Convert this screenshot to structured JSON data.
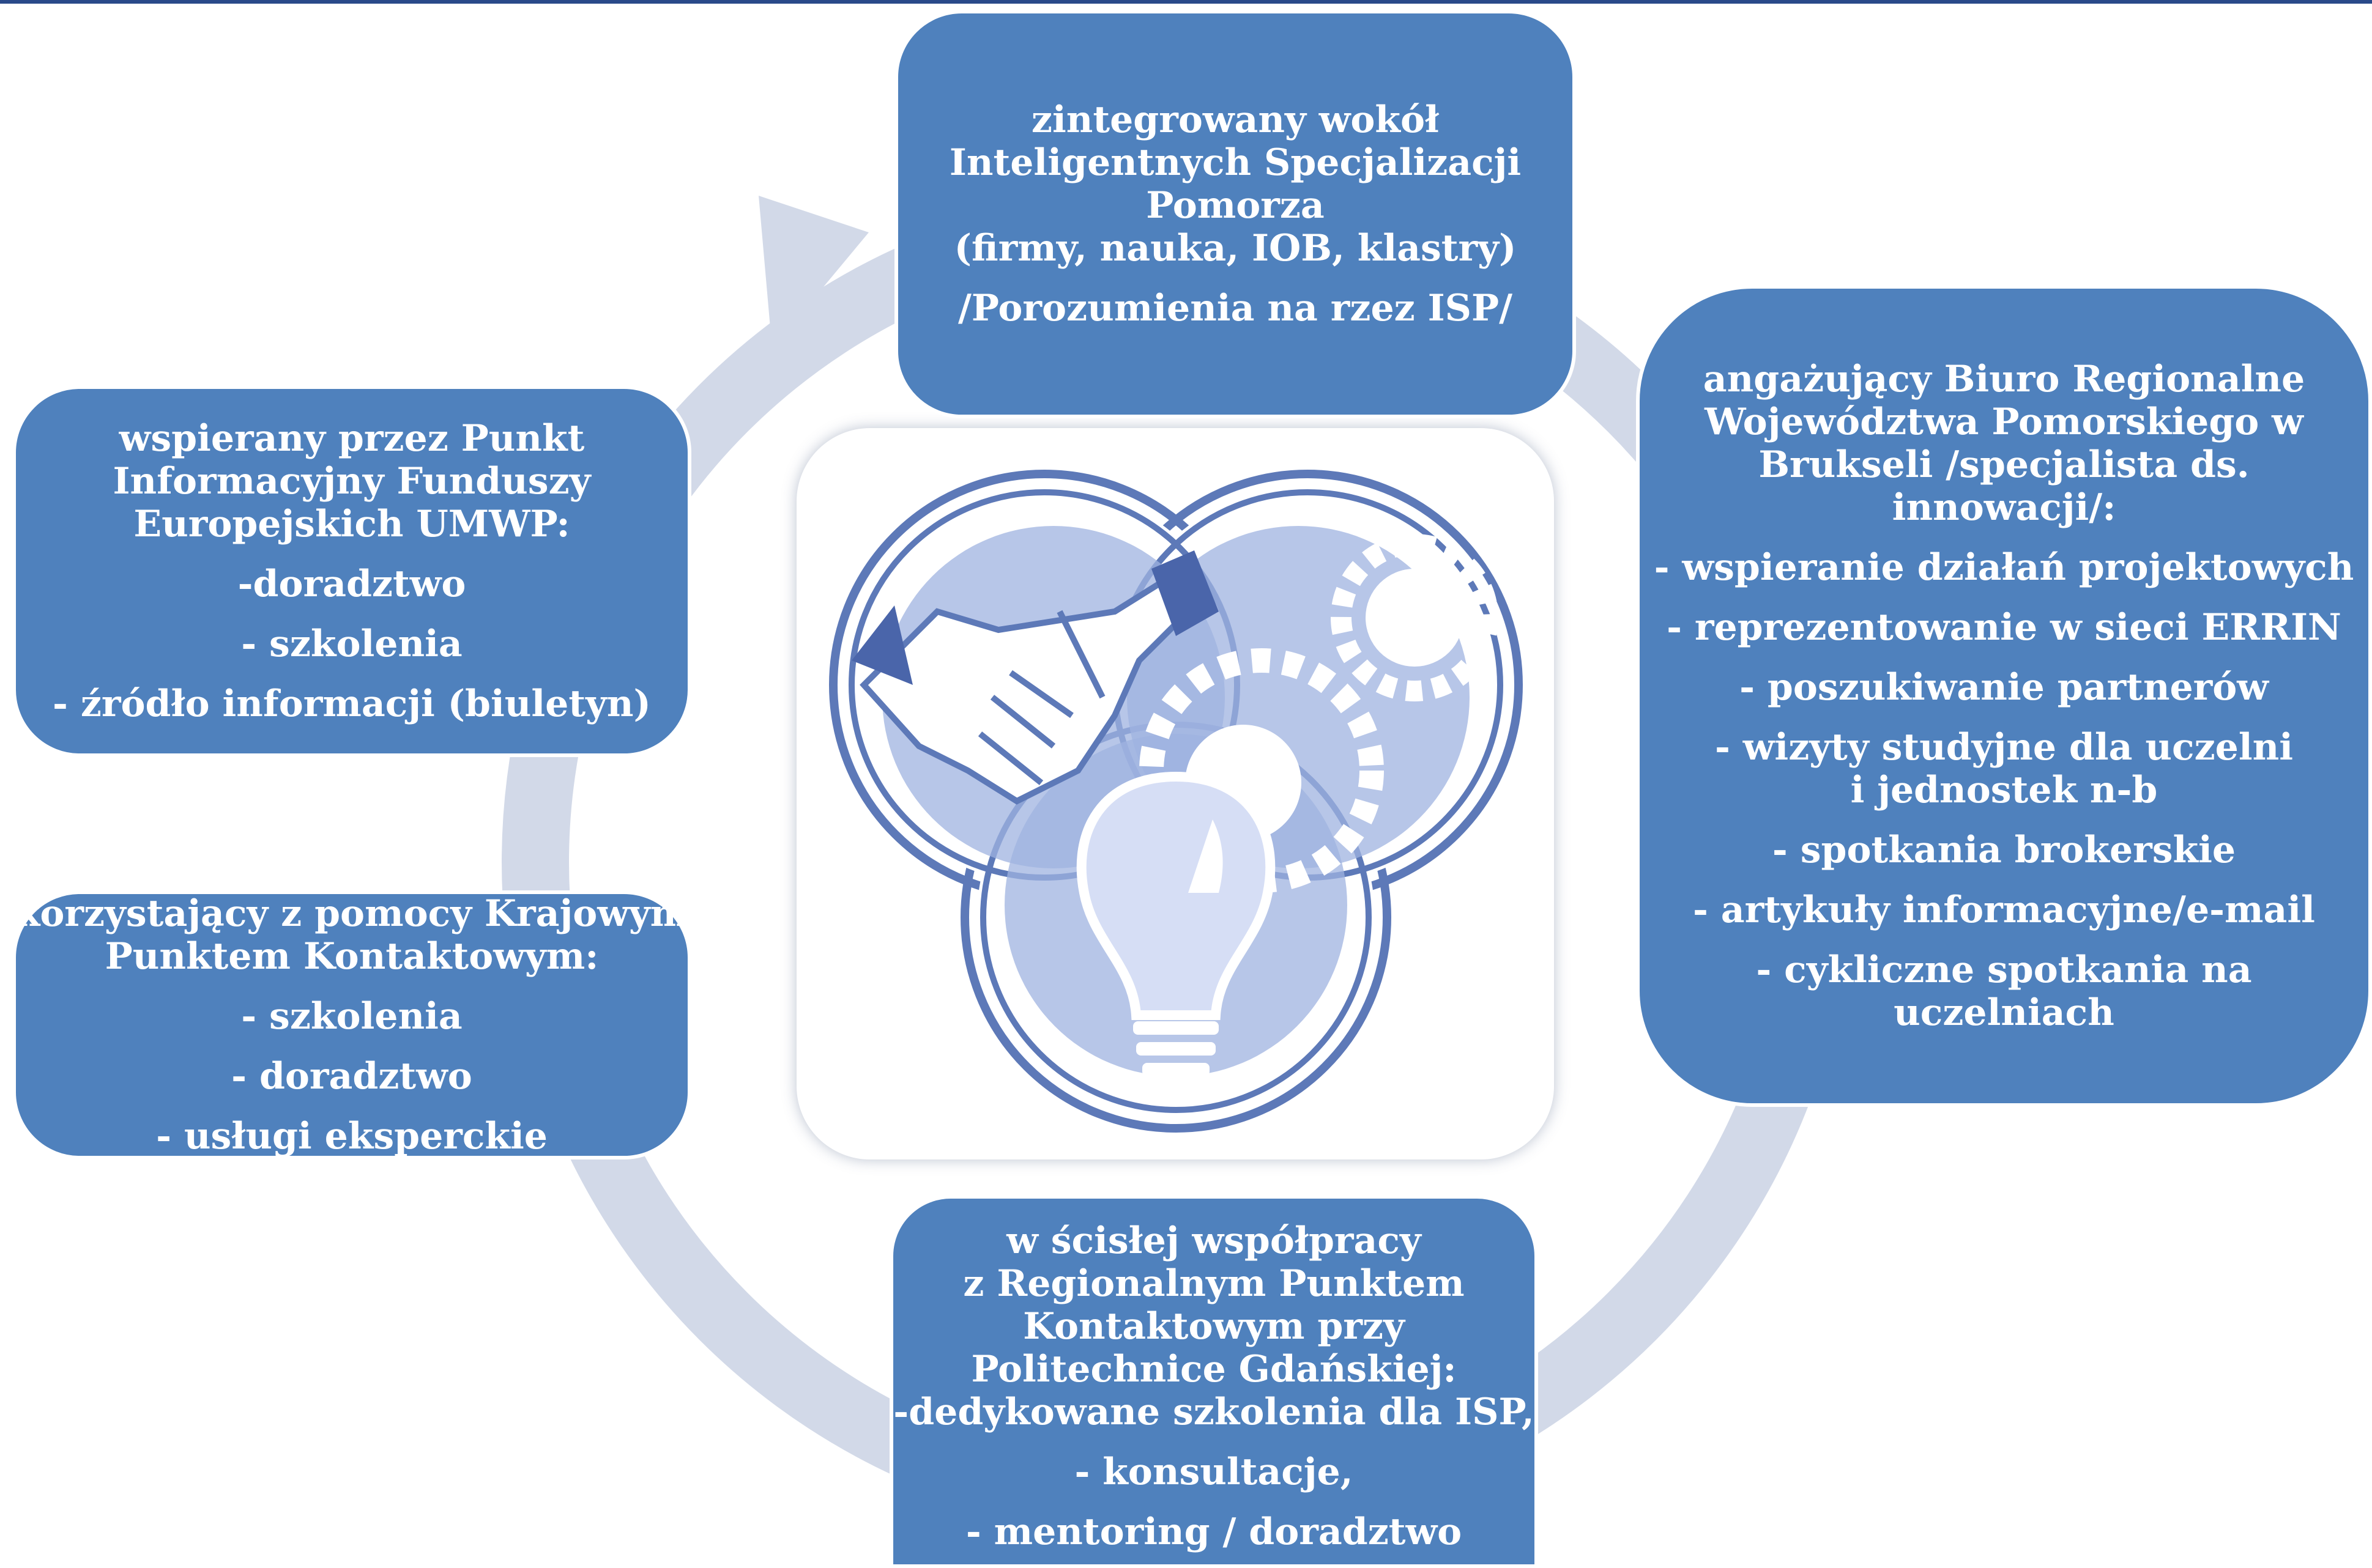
{
  "diagram": {
    "colors": {
      "box_fill": "#4f81bd",
      "cycle_arrow": "#d2d9e8",
      "box_text": "#ffffff",
      "logo_blue": "#9fb3e0"
    },
    "top_box": {
      "lines": [
        "zintegrowany wokół",
        "Inteligentnych Specjalizacji",
        "Pomorza",
        "(firmy, nauka, IOB, klastry)"
      ],
      "note": "/Porozumienia na rzez ISP/"
    },
    "right_box": {
      "heading": [
        "angażujący Biuro Regionalne",
        "Województwa Pomorskiego w",
        "Brukseli /specjalista ds.",
        "innowacji/:"
      ],
      "items": [
        "- wspieranie działań projektowych",
        "- reprezentowanie w  sieci ERRIN",
        "- poszukiwanie partnerów",
        "- wizyty studyjne dla uczelni",
        "i jednostek n-b",
        "- spotkania brokerskie",
        "- artykuły informacyjne/e-mail",
        "- cykliczne spotkania na",
        "uczelniach"
      ]
    },
    "left_top_box": {
      "heading": [
        "wspierany przez Punkt",
        "Informacyjny Funduszy",
        "Europejskich UMWP:"
      ],
      "items": [
        "-doradztwo",
        "- szkolenia",
        "- źródło informacji (biuletyn)"
      ]
    },
    "left_bottom_box": {
      "heading": [
        "korzystający z pomocy Krajowym",
        "Punktem Kontaktowym:"
      ],
      "items": [
        "- szkolenia",
        "- doradztwo",
        "- usługi eksperckie"
      ]
    },
    "bottom_box": {
      "heading": [
        "w ścisłej współpracy",
        "z Regionalnym Punktem",
        "Kontaktowym przy",
        "Politechnice Gdańskiej:",
        "-dedykowane szkolenia dla ISP,"
      ],
      "items": [
        "- konsultacje,",
        "- mentoring / doradztwo"
      ]
    },
    "center_logo": {
      "icons": [
        "handshake-icon",
        "gears-icon",
        "lightbulb-icon"
      ]
    }
  }
}
